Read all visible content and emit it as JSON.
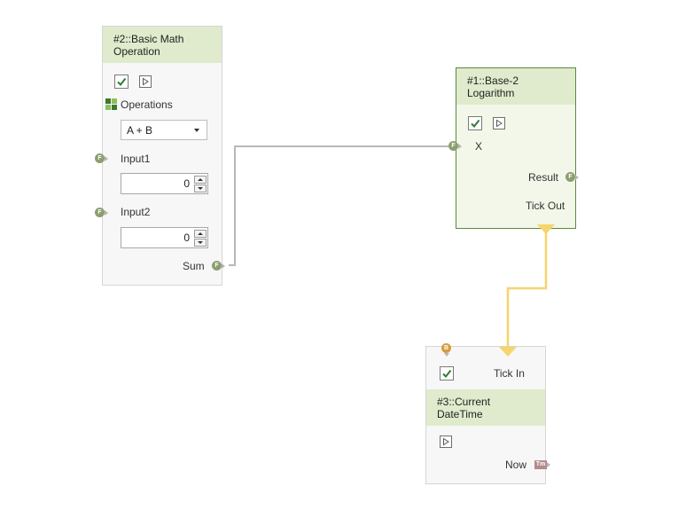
{
  "nodes": {
    "basic_math": {
      "title": "#2::Basic Math Operation",
      "operations_label": "Operations",
      "operation_selected": "A + B",
      "input1_label": "Input1",
      "input1_value": "0",
      "input2_label": "Input2",
      "input2_value": "0",
      "output_label": "Sum",
      "enabled": true
    },
    "base2_log": {
      "title": "#1::Base-2 Logarithm",
      "input_label": "X",
      "result_label": "Result",
      "tick_out_label": "Tick Out",
      "enabled": true
    },
    "current_datetime": {
      "title": "#3::Current DateTime",
      "tick_in_label": "Tick In",
      "now_label": "Now",
      "enabled": true
    }
  },
  "port_badges": {
    "float": "F",
    "bool": "B",
    "time": "Tm"
  },
  "colors": {
    "header_bg": "#dfebcc",
    "selected_border": "#5a8a3c",
    "data_wire": "#b8b8b8",
    "tick_wire": "#f6d56a",
    "float_port": "#8c9e70",
    "bool_port": "#d99a3c",
    "time_port": "#b58a8a"
  }
}
